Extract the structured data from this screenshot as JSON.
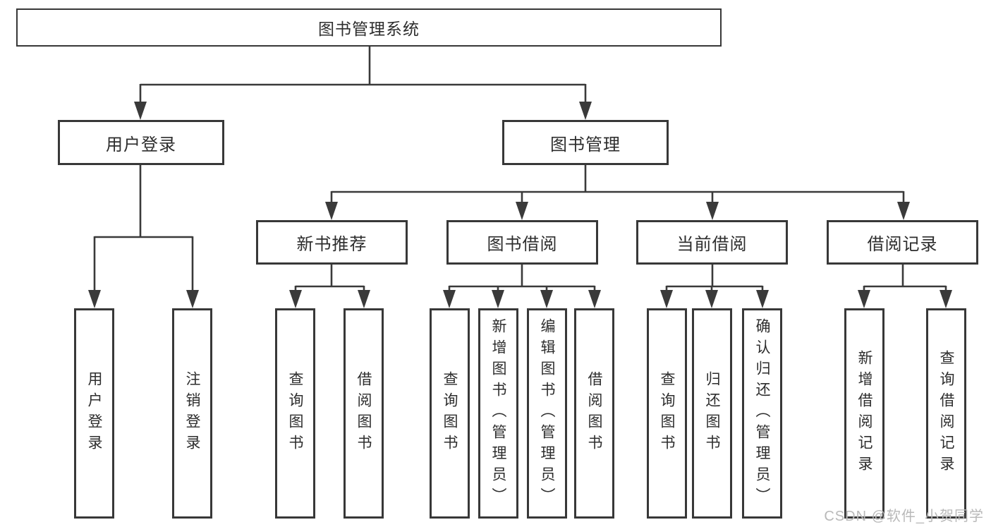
{
  "diagram": {
    "root": {
      "label": "图书管理系统"
    },
    "branches": [
      {
        "label": "用户登录",
        "children": [
          {
            "label": "用户登录"
          },
          {
            "label": "注销登录"
          }
        ]
      },
      {
        "label": "图书管理",
        "children": [
          {
            "label": "新书推荐",
            "children": [
              {
                "label": "查询图书"
              },
              {
                "label": "借阅图书"
              }
            ]
          },
          {
            "label": "图书借阅",
            "children": [
              {
                "label": "查询图书"
              },
              {
                "label": "新增图书（管理员）"
              },
              {
                "label": "编辑图书（管理员）"
              },
              {
                "label": "借阅图书"
              }
            ]
          },
          {
            "label": "当前借阅",
            "children": [
              {
                "label": "查询图书"
              },
              {
                "label": "归还图书"
              },
              {
                "label": "确认归还（管理员）"
              }
            ]
          },
          {
            "label": "借阅记录",
            "children": [
              {
                "label": "新增借阅记录"
              },
              {
                "label": "查询借阅记录"
              }
            ]
          }
        ]
      }
    ]
  },
  "watermark": {
    "text": "CSDN @软件_小贺同学"
  },
  "colors": {
    "line": "#3a3a3a",
    "box_border": "#383838",
    "box_fill": "#ffffff",
    "text": "#2d2d2d",
    "watermark": "#b9b9b9",
    "background": "#ffffff"
  }
}
